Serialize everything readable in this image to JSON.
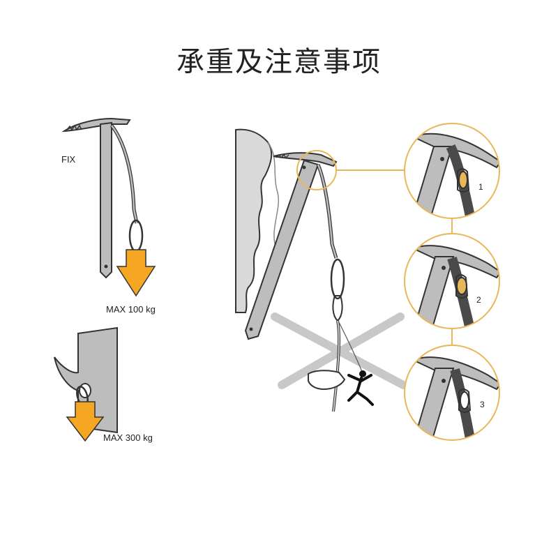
{
  "title": "承重及注意事项",
  "labels": {
    "fix": "FIX",
    "max_leash": "MAX 100 kg",
    "max_hole": "MAX 300 kg"
  },
  "steps": [
    "1",
    "2",
    "3"
  ],
  "colors": {
    "accent": "#f5a623",
    "circle": "#e9b65a",
    "shaft": "#bdbdbd",
    "outline": "#333333",
    "strap": "#4a4a4a",
    "rock": "#d9d9d9",
    "cross": "#c8c8c8"
  }
}
